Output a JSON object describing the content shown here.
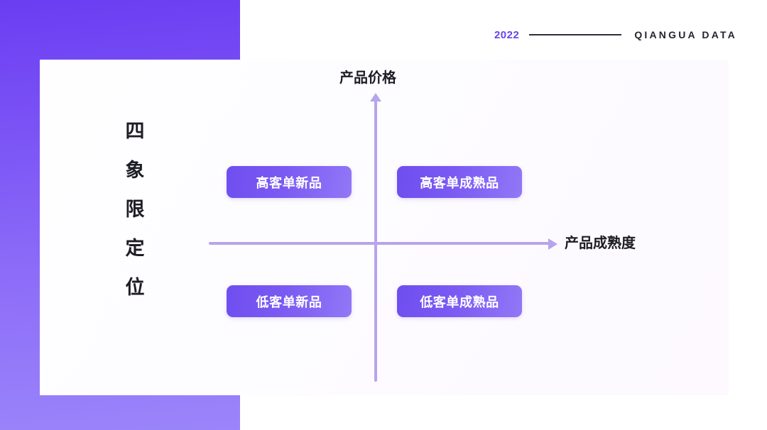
{
  "header": {
    "year": "2022",
    "brand": "QIANGUA DATA"
  },
  "title": {
    "full": "四象限定位",
    "chars": [
      "四",
      "象",
      "限",
      "定",
      "位"
    ]
  },
  "chart_data": {
    "type": "scatter",
    "title": "四象限定位",
    "xlabel": "产品成熟度",
    "ylabel": "产品价格",
    "grid": false,
    "legend": "none",
    "quadrant_matrix": true,
    "axes": {
      "x": {
        "label": "产品成熟度",
        "direction": "increasing-right",
        "arrow": true
      },
      "y": {
        "label": "产品价格",
        "direction": "increasing-up",
        "arrow": true
      }
    },
    "quadrants": [
      {
        "position": "top-left",
        "label": "高客单新品",
        "x": "low",
        "y": "high"
      },
      {
        "position": "top-right",
        "label": "高客单成熟品",
        "x": "high",
        "y": "high"
      },
      {
        "position": "bottom-left",
        "label": "低客单新品",
        "x": "low",
        "y": "low"
      },
      {
        "position": "bottom-right",
        "label": "低客单成熟品",
        "x": "high",
        "y": "low"
      }
    ]
  },
  "colors": {
    "brand_purple": "#6944e8",
    "gradient_start": "#6b3df2",
    "gradient_end": "#9b85fa",
    "axis_line": "#b6a4ec",
    "pill_start": "#6f4ef0",
    "pill_end": "#9277f7",
    "text_dark": "#1d1d24",
    "card_bg": "#fefeff"
  }
}
